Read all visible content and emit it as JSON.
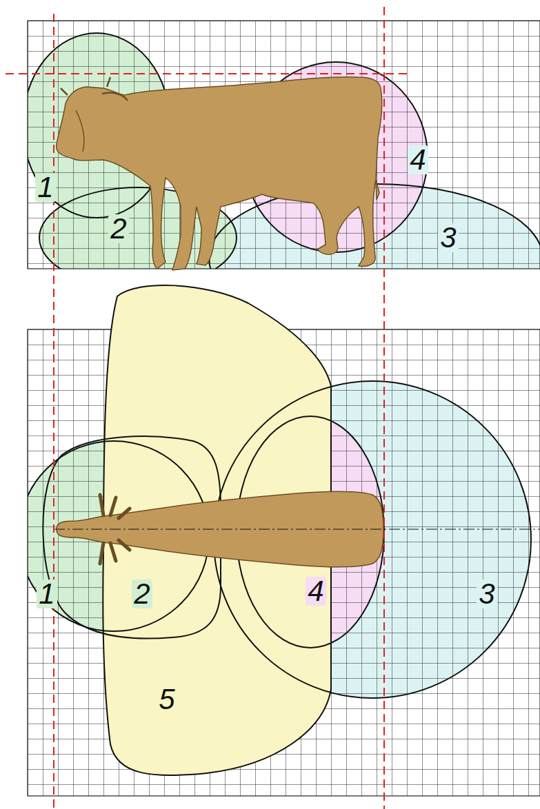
{
  "diagram": {
    "labels": [
      "1",
      "2",
      "4",
      "3",
      "1",
      "2",
      "4",
      "3",
      "5"
    ]
  }
}
